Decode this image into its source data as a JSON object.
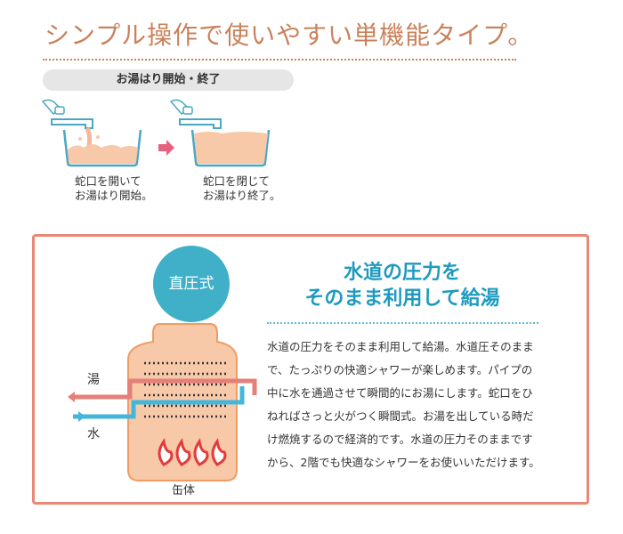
{
  "headline": "シンプル操作で使いやすい単機能タイプ。",
  "steps": {
    "label": "お湯はり開始・終了",
    "step1": {
      "line1": "蛇口を開いて",
      "line2": "お湯はり開始。"
    },
    "step2": {
      "line1": "蛇口を閉じて",
      "line2": "お湯はり終了。"
    }
  },
  "feature": {
    "badge": "直圧式",
    "title_line1": "水道の圧力を",
    "title_line2": "そのまま利用して給湯",
    "description": "水道の圧力をそのまま利用して給湯。水道圧そのままで、たっぷりの快適シャワーが楽しめます。パイプの中に水を通過させて瞬間的にお湯にします。蛇口をひねればさっと火がつく瞬間式。お湯を出している時だけ燃焼するので経済的です。水道の圧力そのままですから、2階でも快適なシャワーをお使いいただけます。",
    "label_hot": "湯",
    "label_cold": "水",
    "label_body": "缶体"
  },
  "colors": {
    "heading": "#c9825b",
    "panel_border": "#e98878",
    "badge": "#3fb0c8",
    "feature_title": "#1d9ac0",
    "hot_pipe": "#e67f7a",
    "cold_pipe": "#45b6db",
    "tank": "#f7c9a8",
    "flame": "#e33a3a"
  }
}
